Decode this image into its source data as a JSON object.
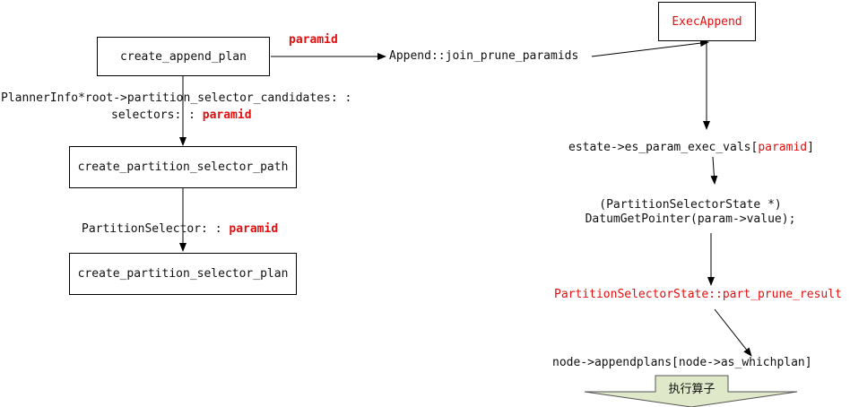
{
  "nodes": {
    "create_append_plan": "create_append_plan",
    "exec_append": "ExecAppend",
    "create_partition_selector_path": "create_partition_selector_path",
    "create_partition_selector_plan": "create_partition_selector_plan"
  },
  "labels": {
    "paramid_top": "paramid",
    "join_prune": "Append::join_prune_paramids",
    "planner_info_line1": "PlannerInfo*root->partition_selector_candidates: :",
    "selectors_prefix": "selectors: : ",
    "selectors_paramid": "paramid",
    "partition_selector_prefix": "PartitionSelector: : ",
    "partition_selector_paramid": "paramid",
    "estate_prefix": "estate->es_param_exec_vals[",
    "estate_paramid": "paramid",
    "estate_suffix": "]",
    "cast_line1": "(PartitionSelectorState *)",
    "cast_line2": "DatumGetPointer(param->value);",
    "part_prune_result": "PartitionSelectorState::part_prune_result",
    "appendplans": "node->appendplans[node->as_whichplan]",
    "exec_operator": "执行算子"
  },
  "colors": {
    "line": "#000000",
    "highlight": "#e01010",
    "banner_fill": "#dfe8c8"
  }
}
